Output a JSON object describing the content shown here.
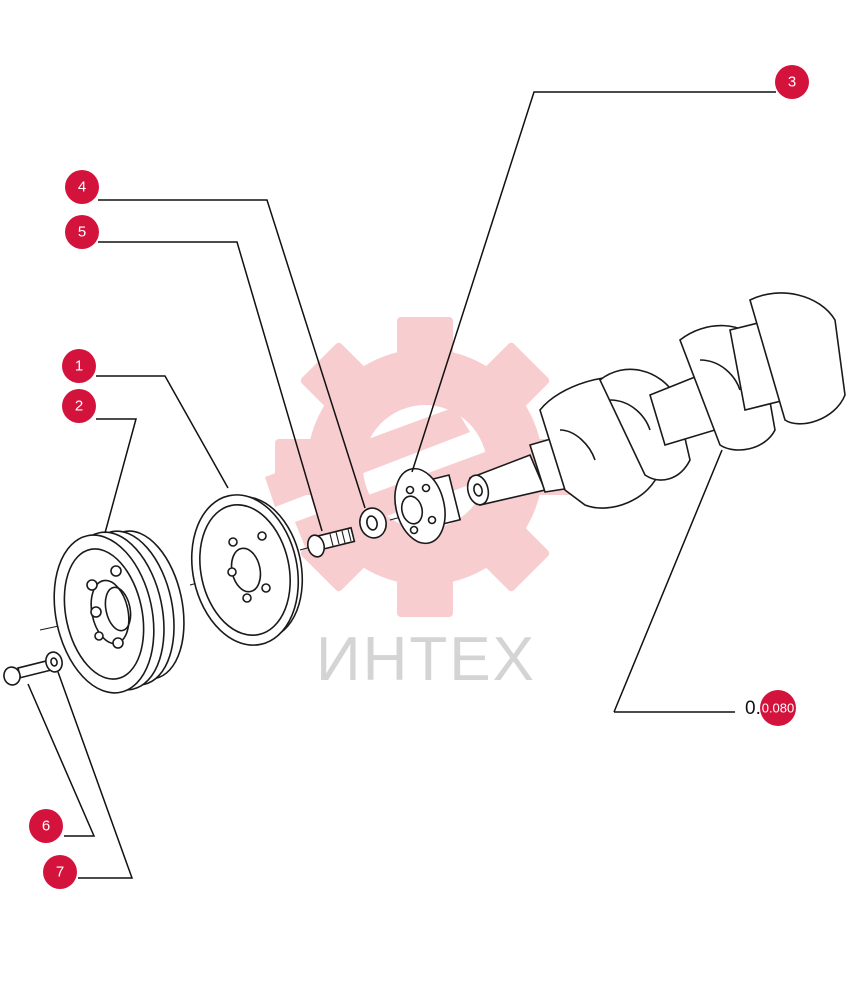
{
  "colors": {
    "callout": "#d4133d",
    "watermark": "#f08a8f",
    "watermark_text": "#d4d4d4",
    "line": "#1a1a1a"
  },
  "watermark": {
    "text": "ИНТЕХ",
    "icon": "gear-logo-icon"
  },
  "callouts": [
    {
      "id": "1",
      "label": "1",
      "part": "crankshaft-pulley"
    },
    {
      "id": "2",
      "label": "2",
      "part": "double-groove-pulley"
    },
    {
      "id": "3",
      "label": "3",
      "part": "crankshaft-hub"
    },
    {
      "id": "4",
      "label": "4",
      "part": "washer"
    },
    {
      "id": "5",
      "label": "5",
      "part": "hub-bolt"
    },
    {
      "id": "6",
      "label": "6",
      "part": "pulley-bolt"
    },
    {
      "id": "7",
      "label": "7",
      "part": "pulley-washer"
    }
  ],
  "reference": {
    "prefix": "0.",
    "suffix": "0.080"
  }
}
